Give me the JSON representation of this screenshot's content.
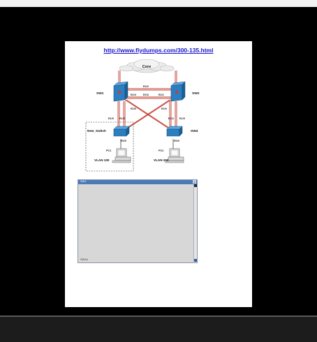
{
  "slide": {
    "url": "http://www.flydumps.com/300-135.html"
  },
  "topology": {
    "core_label": "Core",
    "switches": {
      "sw1": "SW1",
      "sw2": "SW2",
      "new_switch": "New_Switch",
      "sw4": "SW4"
    },
    "ports": {
      "sw1_top": "E2/2",
      "sw1_e24": "E2/4",
      "sw1_e23": "E2/3",
      "sw1_e20": "E2/0",
      "sw2_e21": "E2/1",
      "sw2_e20": "E2/0",
      "ns_e10": "E1/0",
      "ns_e10b": "E1/0",
      "sw4_e10": "E1/2",
      "sw4_e10b": "E1/0",
      "ns_e00": "E0/0",
      "sw4_e00": "E0/0"
    },
    "pcs": {
      "pc1": "PC1",
      "pc2": "PC2"
    },
    "vlans": {
      "left": "VLAN 100",
      "right": "VLAN 200"
    }
  },
  "console": {
    "title": "SW1",
    "close_glyph": "x",
    "status": "SW1#"
  },
  "colors": {
    "link": "#1515cc",
    "switch": "#2a7fc0",
    "cable": "#c0392b",
    "console_bg": "#d7d7d7"
  }
}
